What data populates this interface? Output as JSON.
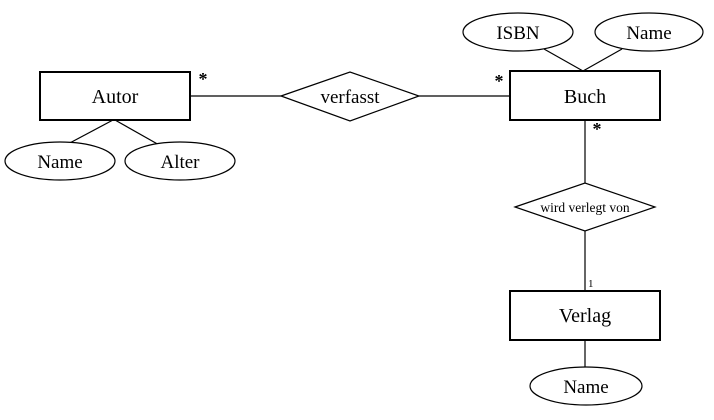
{
  "diagram": {
    "type": "er-diagram",
    "background": "#ffffff",
    "stroke_color": "#000000",
    "entities": [
      {
        "label": "Autor"
      },
      {
        "label": "Buch"
      },
      {
        "label": "Verlag"
      }
    ],
    "relationships": [
      {
        "label": "verfasst",
        "between": [
          "Autor",
          "Buch"
        ]
      },
      {
        "label": "wird verlegt von",
        "between": [
          "Buch",
          "Verlag"
        ]
      }
    ],
    "attributes": [
      {
        "label": "Name",
        "of": "Autor"
      },
      {
        "label": "Alter",
        "of": "Autor"
      },
      {
        "label": "ISBN",
        "of": "Buch"
      },
      {
        "label": "Name",
        "of": "Buch"
      },
      {
        "label": "Name",
        "of": "Verlag"
      }
    ],
    "cardinalities": [
      {
        "label": "*",
        "edge": "Autor-verfasst"
      },
      {
        "label": "*",
        "edge": "verfasst-Buch"
      },
      {
        "label": "*",
        "edge": "Buch-wird verlegt von"
      },
      {
        "label": "1",
        "edge": "wird verlegt von-Verlag"
      }
    ]
  }
}
